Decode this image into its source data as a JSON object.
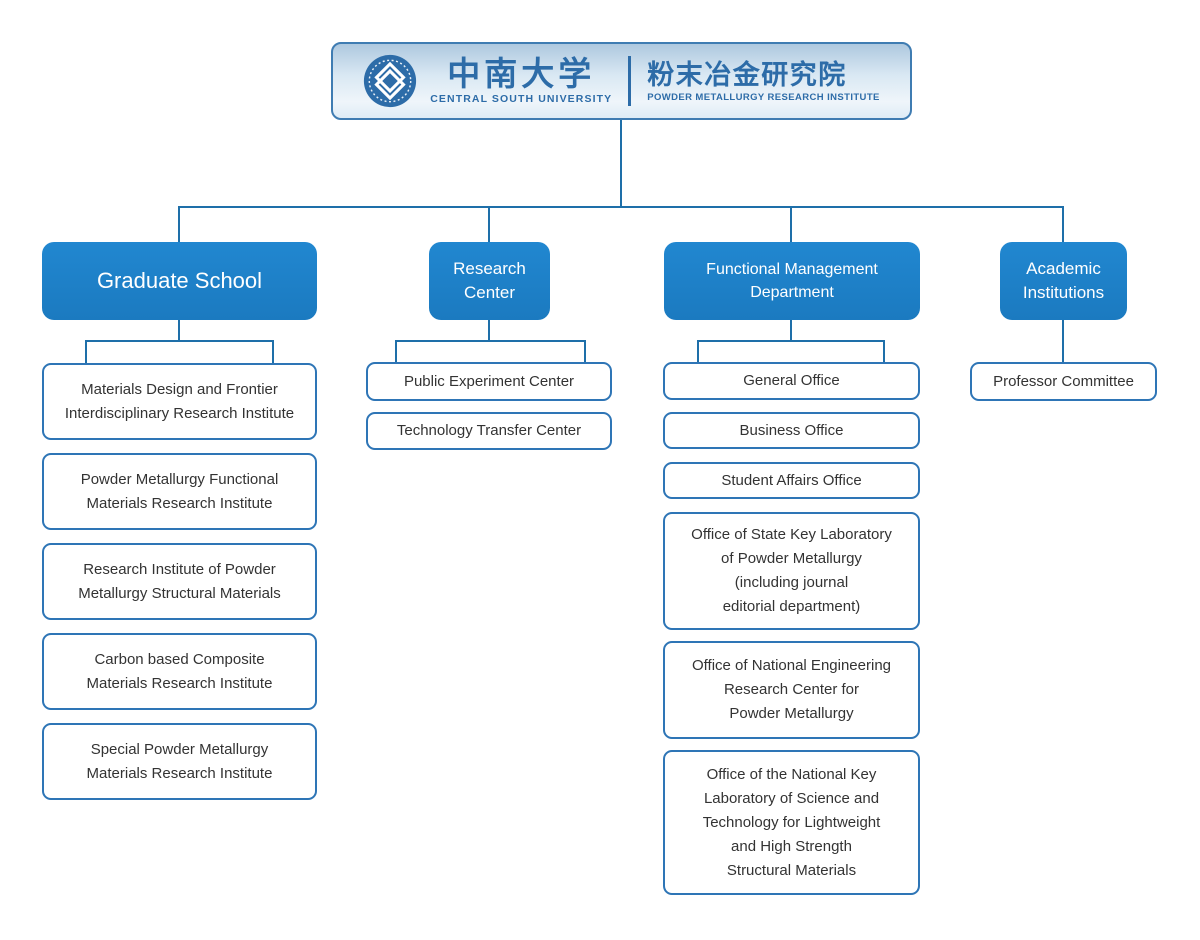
{
  "header": {
    "university_cn": "中南大学",
    "university_en": "CENTRAL SOUTH UNIVERSITY",
    "institute_cn": "粉末冶金研究院",
    "institute_en": "POWDER METALLURGY RESEARCH INSTITUTE"
  },
  "colors": {
    "branch_blue": "#1b7fc5",
    "connector_blue": "#1e6fa9",
    "sub_border_blue": "#2e75b6",
    "header_text_blue": "#2d6ca8",
    "header_gradient_top": "#aec8df",
    "sub_text": "#333333"
  },
  "org": {
    "branches": [
      {
        "label": "Graduate School",
        "children": [
          "Materials Design and Frontier\nInterdisciplinary Research Institute",
          "Powder Metallurgy Functional\nMaterials Research Institute",
          "Research Institute of Powder\nMetallurgy Structural Materials",
          "Carbon based Composite\nMaterials Research Institute",
          "Special Powder Metallurgy\nMaterials Research Institute"
        ]
      },
      {
        "label": "Research\nCenter",
        "children": [
          "Public Experiment Center",
          "Technology Transfer Center"
        ]
      },
      {
        "label": "Functional Management\nDepartment",
        "children": [
          "General Office",
          "Business Office",
          "Student Affairs Office",
          "Office of State Key Laboratory\nof Powder Metallurgy\n(including journal\neditorial department)",
          "Office of National Engineering\nResearch Center for\nPowder Metallurgy",
          "Office of the National Key\nLaboratory of Science and\nTechnology for Lightweight\nand High Strength\nStructural Materials"
        ]
      },
      {
        "label": "Academic\nInstitutions",
        "children": [
          "Professor Committee"
        ]
      }
    ]
  }
}
